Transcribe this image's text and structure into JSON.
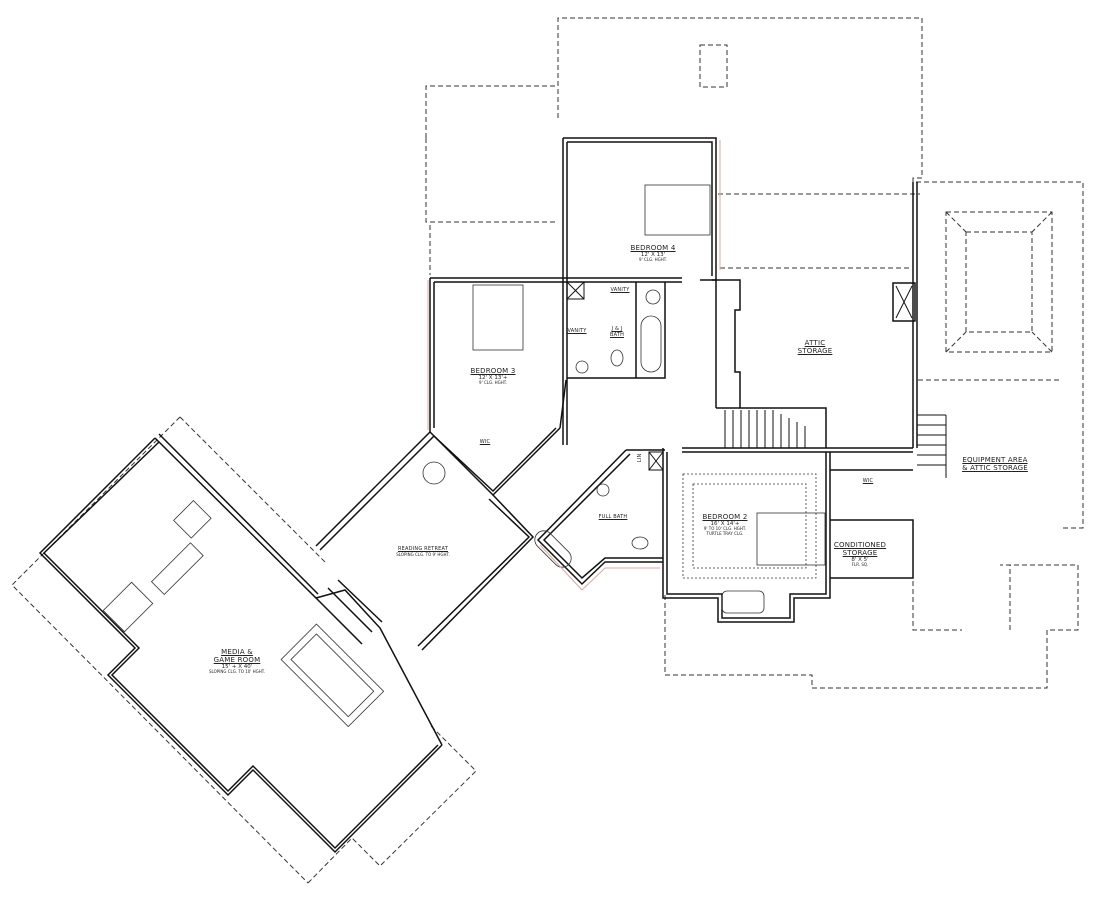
{
  "plan": {
    "type": "upper floor plan",
    "colors": {
      "wall": "#1a1a1a",
      "dashed_outline": "#333333",
      "accent_line": "#d9a9a0",
      "background": "#ffffff"
    }
  },
  "rooms": {
    "bedroom4": {
      "name": "BEDROOM 4",
      "dim": "12' X 13'",
      "note": "9' CLG. HGHT."
    },
    "bedroom3": {
      "name": "BEDROOM 3",
      "dim": "12' X 13'+",
      "note": "9' CLG. HGHT."
    },
    "vanity1": {
      "name": "VANITY"
    },
    "vanity2": {
      "name": "VANITY"
    },
    "jack_jill_bath": {
      "name": "J & J",
      "name2": "BATH"
    },
    "attic_storage": {
      "name": "ATTIC",
      "name2": "STORAGE"
    },
    "equipment_area": {
      "name": "EQUIPMENT AREA",
      "name2": "& ATTIC STORAGE"
    },
    "wic_bed3": {
      "name": "WIC"
    },
    "wic_bed2": {
      "name": "WIC"
    },
    "reading_retreat": {
      "name": "READING RETREAT",
      "note": "SLOPING CLG. TO 9' HGHT."
    },
    "full_bath": {
      "name": "FULL BATH"
    },
    "bedroom2": {
      "name": "BEDROOM 2",
      "dim": "16' X 14'+",
      "note": "9' TO 10' CLG. HGHT.",
      "note2": "TURTLE TRAY CLG."
    },
    "conditioned_storage": {
      "name": "CONDITIONED",
      "name2": "STORAGE",
      "dim": "8' X 5'",
      "note": "FLR. SQ."
    },
    "media_game_room": {
      "name": "MEDIA &",
      "name2": "GAME ROOM",
      "dim": "15' + X 40'",
      "note": "SLOPING CLG. TO 10' HGHT."
    },
    "linen": {
      "name": "LIN"
    }
  }
}
